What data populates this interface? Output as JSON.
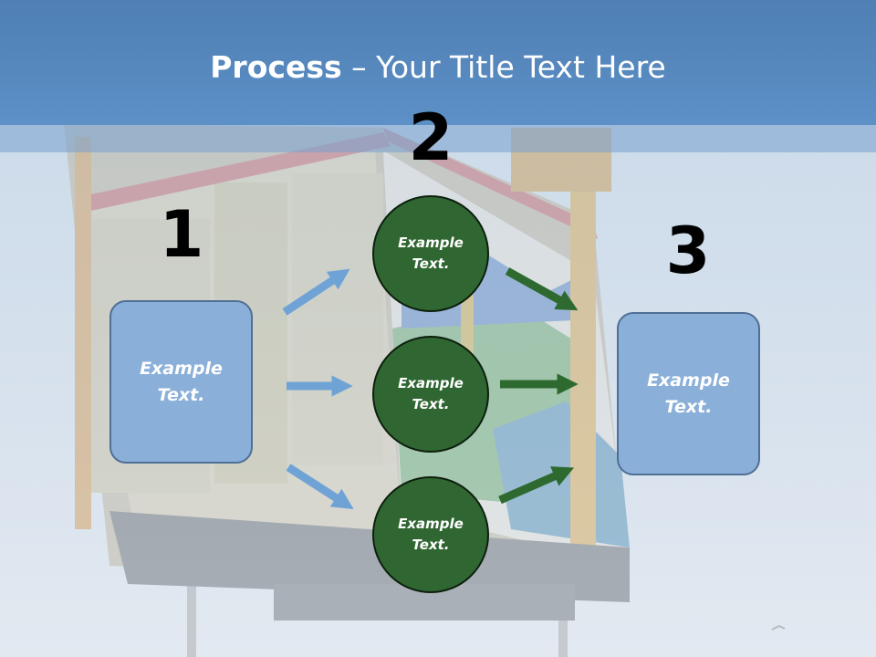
{
  "slide": {
    "title_strong": "Process",
    "title_rest": " – Your Title Text Here"
  },
  "steps": {
    "one": "1",
    "two": "2",
    "three": "3"
  },
  "left_box": {
    "text": "Example\nText."
  },
  "right_box": {
    "text": "Example\nText."
  },
  "circles": [
    {
      "text": "Example\nText."
    },
    {
      "text": "Example\nText."
    },
    {
      "text": "Example\nText."
    }
  ],
  "colors": {
    "title_bar": "#5c90c6",
    "box_fill": "#8aafd9",
    "box_border": "#4f6f95",
    "circle_fill": "#2f6631",
    "blue_arrow": "#6fa3d6",
    "green_arrow": "#2e6a30"
  }
}
